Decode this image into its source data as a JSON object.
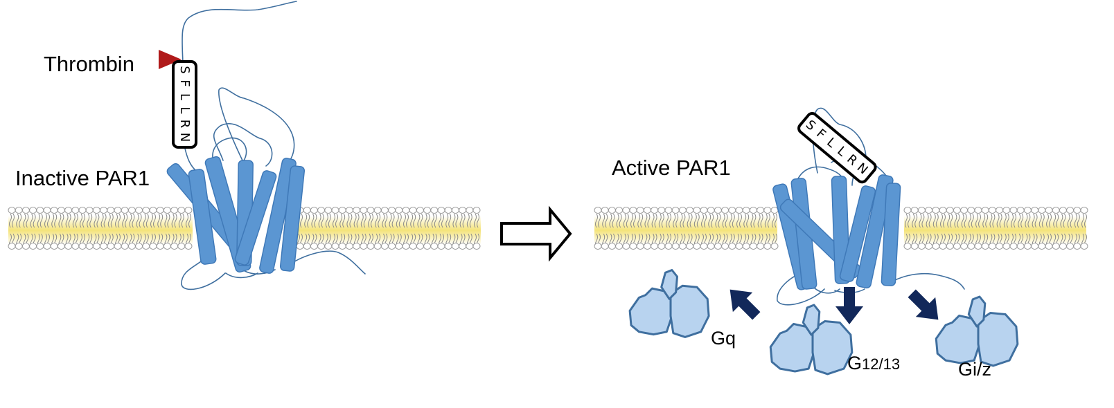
{
  "labels": {
    "thrombin": "Thrombin",
    "inactive": "Inactive PAR1",
    "active": "Active PAR1",
    "gq": "Gq",
    "g1213_main": "G",
    "g1213_sub": "12/13",
    "giz": "Gi/z"
  },
  "peptide": [
    "S",
    "F",
    "L",
    "L",
    "R",
    "N"
  ],
  "colors": {
    "thrombin": "#b01a1a",
    "helix": "#5b96d2",
    "helix_stroke": "#3f79b8",
    "loop": "#3f6f9f",
    "gprotein_fill": "#b8d3ef",
    "gprotein_stroke": "#3f6f9f",
    "signal_arrow": "#12285a",
    "membrane_head_fill": "#ffffff",
    "membrane_head_stroke": "#a0a0a0",
    "membrane_core": "#f4e58a"
  },
  "icons": {
    "process_arrow": "hollow-right-arrow",
    "cleavage_marker": "red-triangle"
  }
}
